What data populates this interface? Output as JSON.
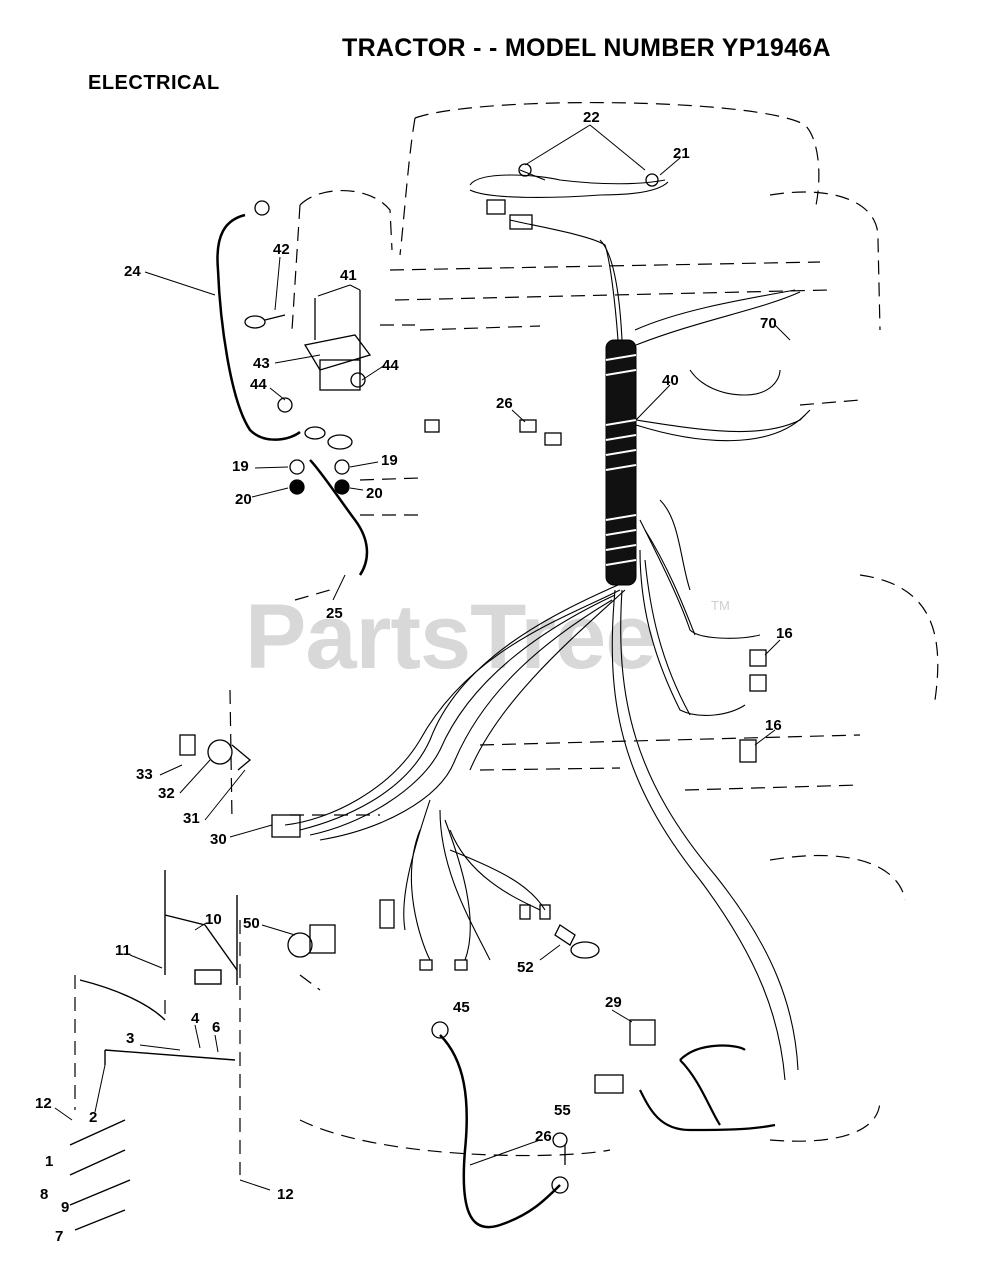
{
  "header": {
    "title": "TRACTOR - - MODEL NUMBER YP1946A",
    "section": "ELECTRICAL"
  },
  "watermark": {
    "text": "PartsTree",
    "tm": "TM"
  },
  "callouts": [
    "22",
    "21",
    "24",
    "42",
    "41",
    "43",
    "44",
    "44",
    "70",
    "40",
    "26",
    "19",
    "19",
    "20",
    "20",
    "25",
    "16",
    "16",
    "33",
    "32",
    "31",
    "30",
    "10",
    "11",
    "50",
    "52",
    "45",
    "29",
    "3",
    "4",
    "6",
    "12",
    "2",
    "55",
    "26",
    "1",
    "8",
    "9",
    "7",
    "12"
  ]
}
